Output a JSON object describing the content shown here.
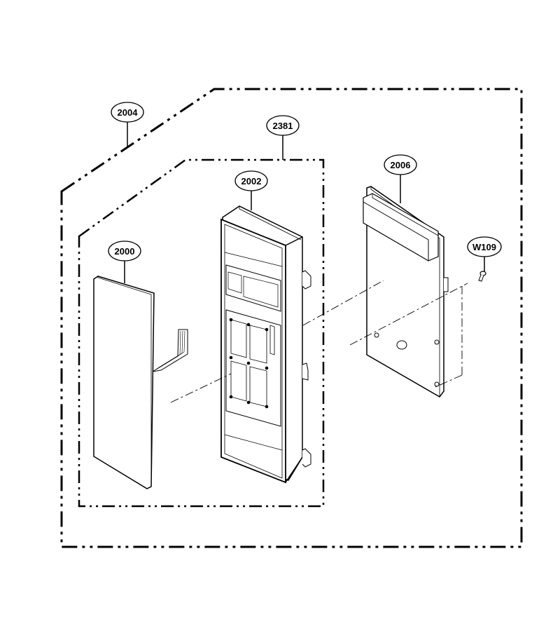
{
  "callouts": {
    "c2004": "2004",
    "c2381": "2381",
    "c2002": "2002",
    "c2006": "2006",
    "c2000": "2000",
    "cW109": "W109"
  }
}
